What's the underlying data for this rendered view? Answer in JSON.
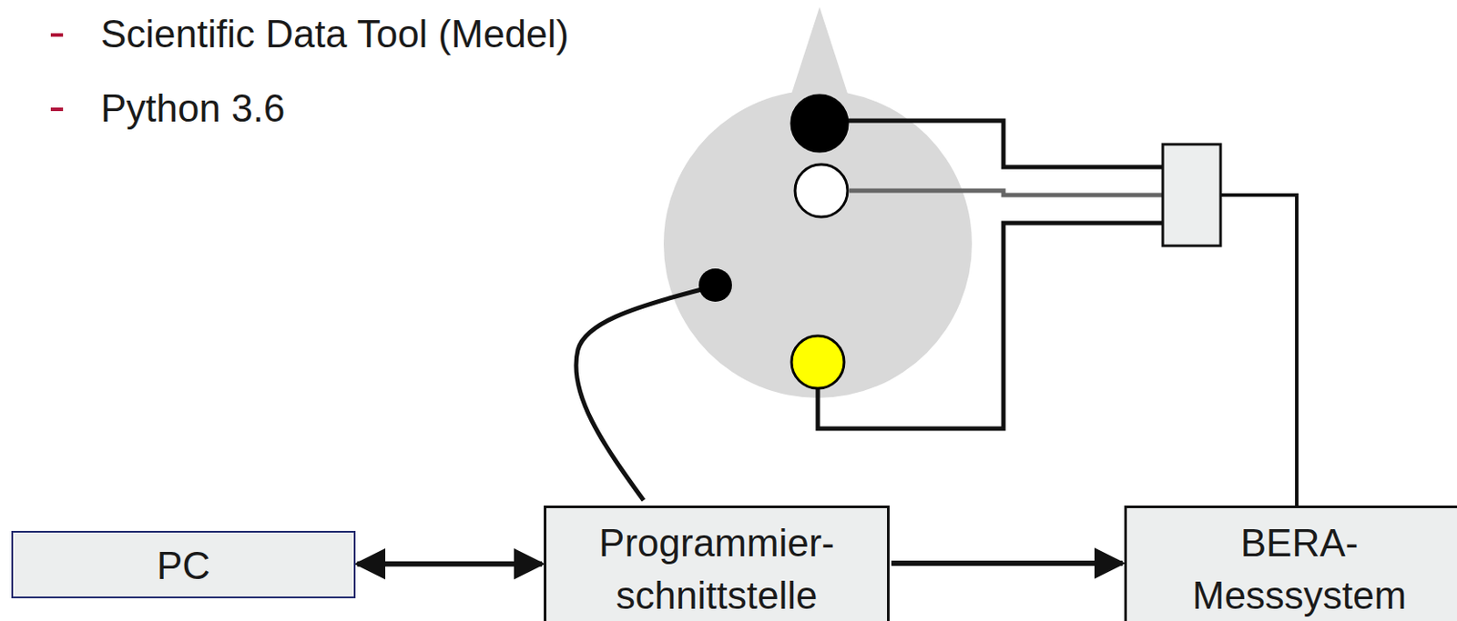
{
  "diagram": {
    "nodes": [
      {
        "text": [
          "PC"
        ]
      },
      {
        "text": [
          "Programmier- schnittstelle"
        ]
      },
      {
        "text": [
          "BERA- Messsystem"
        ]
      }
    ],
    "edges": [
      {
        "from": 0,
        "to": 1,
        "arrow": "both"
      },
      {
        "from": 1,
        "to": 2,
        "arrow": "to"
      }
    ],
    "labels": [
      "Scientific Data Tool (Medel)",
      "Python 3.6"
    ]
  }
}
